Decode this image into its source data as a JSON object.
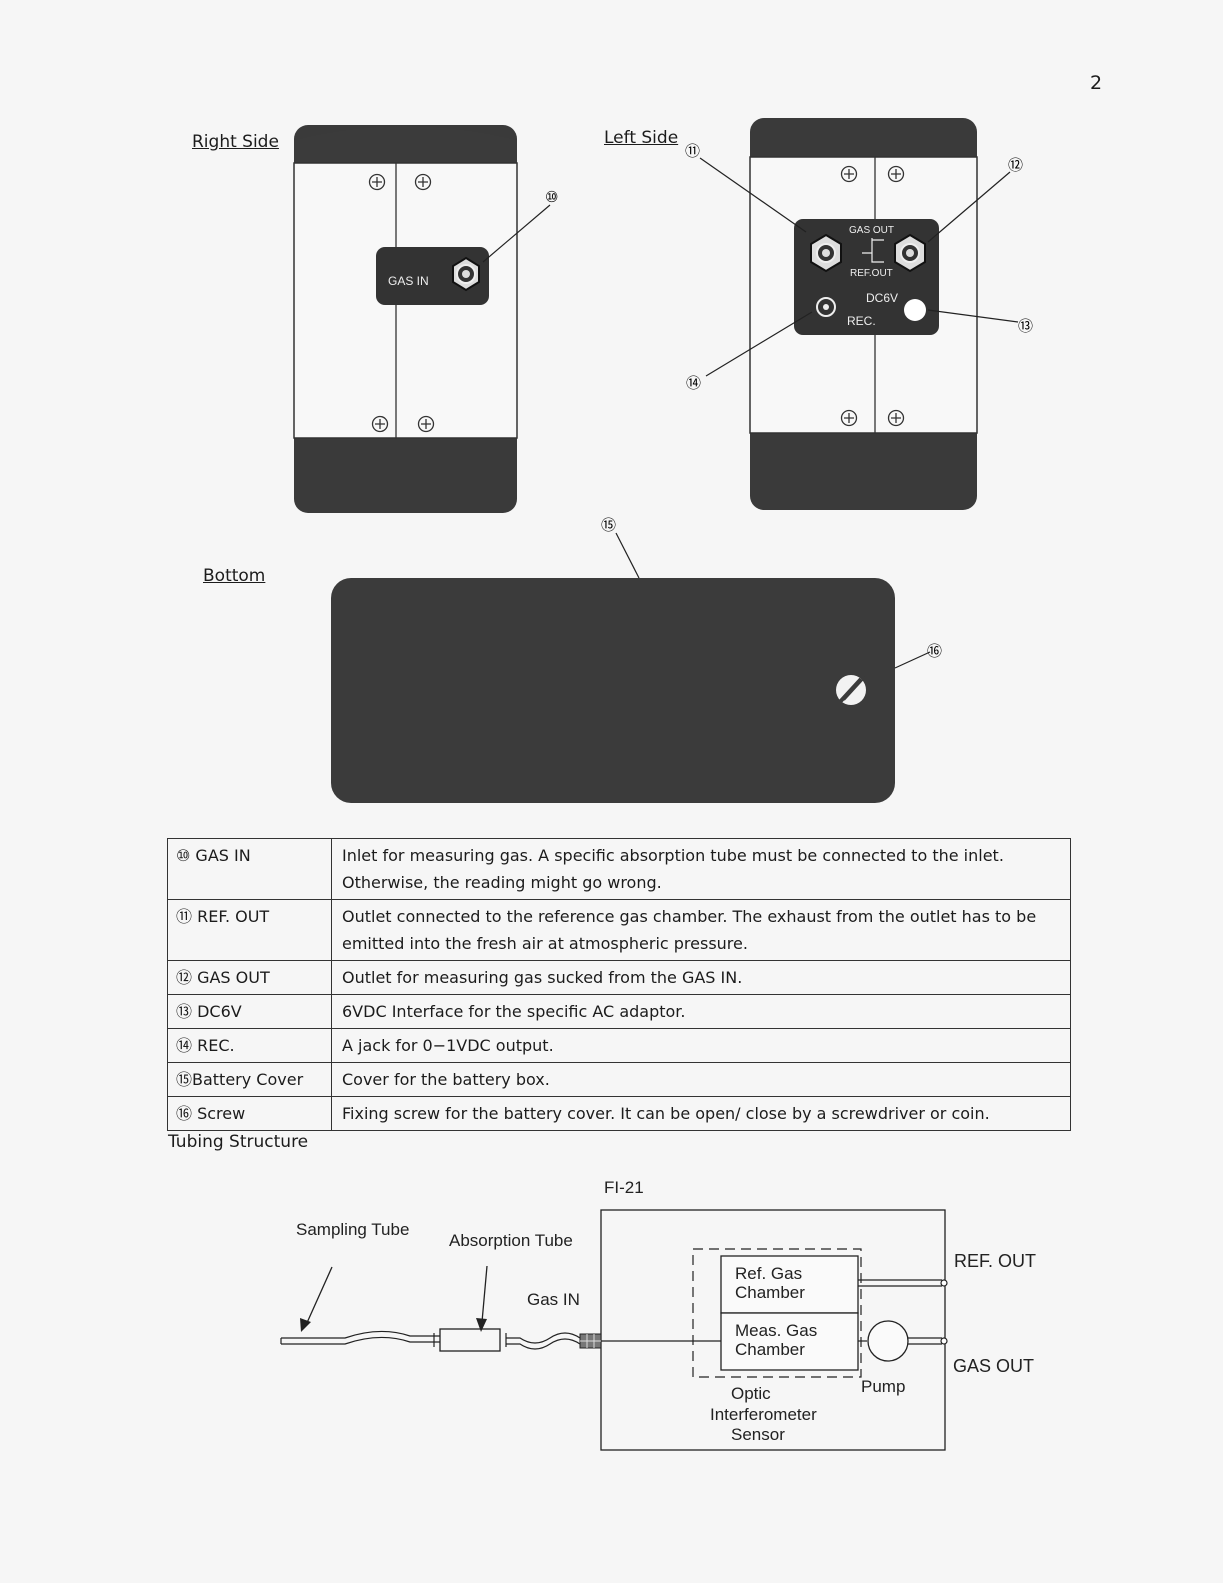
{
  "page_number": "2",
  "views": {
    "right_side": {
      "label": "Right Side",
      "gas_in_label": "GAS IN",
      "callout": "⑩"
    },
    "left_side": {
      "label": "Left Side",
      "gas_out_label": "GAS OUT",
      "ref_out_label": "REF.OUT",
      "dc6v_label": "DC6V",
      "rec_label": "REC.",
      "callouts": [
        "⑪",
        "⑫",
        "⑬",
        "⑭"
      ]
    },
    "bottom": {
      "label": "Bottom",
      "callouts": [
        "⑮",
        "⑯"
      ]
    }
  },
  "parts_table": [
    {
      "name": "⑩  GAS IN",
      "description": "Inlet for measuring gas. A specific absorption tube must be connected to the inlet. Otherwise, the reading might go wrong."
    },
    {
      "name": "⑪  REF. OUT",
      "description": "Outlet connected to the reference gas chamber. The exhaust from the outlet has to be emitted into the fresh air at atmospheric pressure."
    },
    {
      "name": "⑫  GAS OUT",
      "description": "Outlet for measuring gas sucked from the GAS IN."
    },
    {
      "name": "⑬  DC6V",
      "description": "6VDC Interface for the specific AC adaptor."
    },
    {
      "name": "⑭  REC.",
      "description": "A jack for 0−1VDC output."
    },
    {
      "name": "⑮Battery Cover",
      "description": "Cover for the battery box."
    },
    {
      "name": "⑯  Screw",
      "description": "Fixing screw for the battery cover. It can be open/ close by a screwdriver or coin."
    }
  ],
  "tubing": {
    "title": "Tubing Structure",
    "device_label": "FI-21",
    "sampling_tube": "Sampling Tube",
    "absorption_tube": "Absorption Tube",
    "gas_in": "Gas IN",
    "ref_chamber_line1": "Ref.     Gas",
    "ref_chamber_line2": "Chamber",
    "meas_chamber_line1": "Meas.   Gas",
    "meas_chamber_line2": "Chamber",
    "pump": "Pump",
    "sensor_line1": "Optic",
    "sensor_line2": "Interferometer",
    "sensor_line3": "Sensor",
    "ref_out": "REF. OUT",
    "gas_out": "GAS OUT"
  }
}
